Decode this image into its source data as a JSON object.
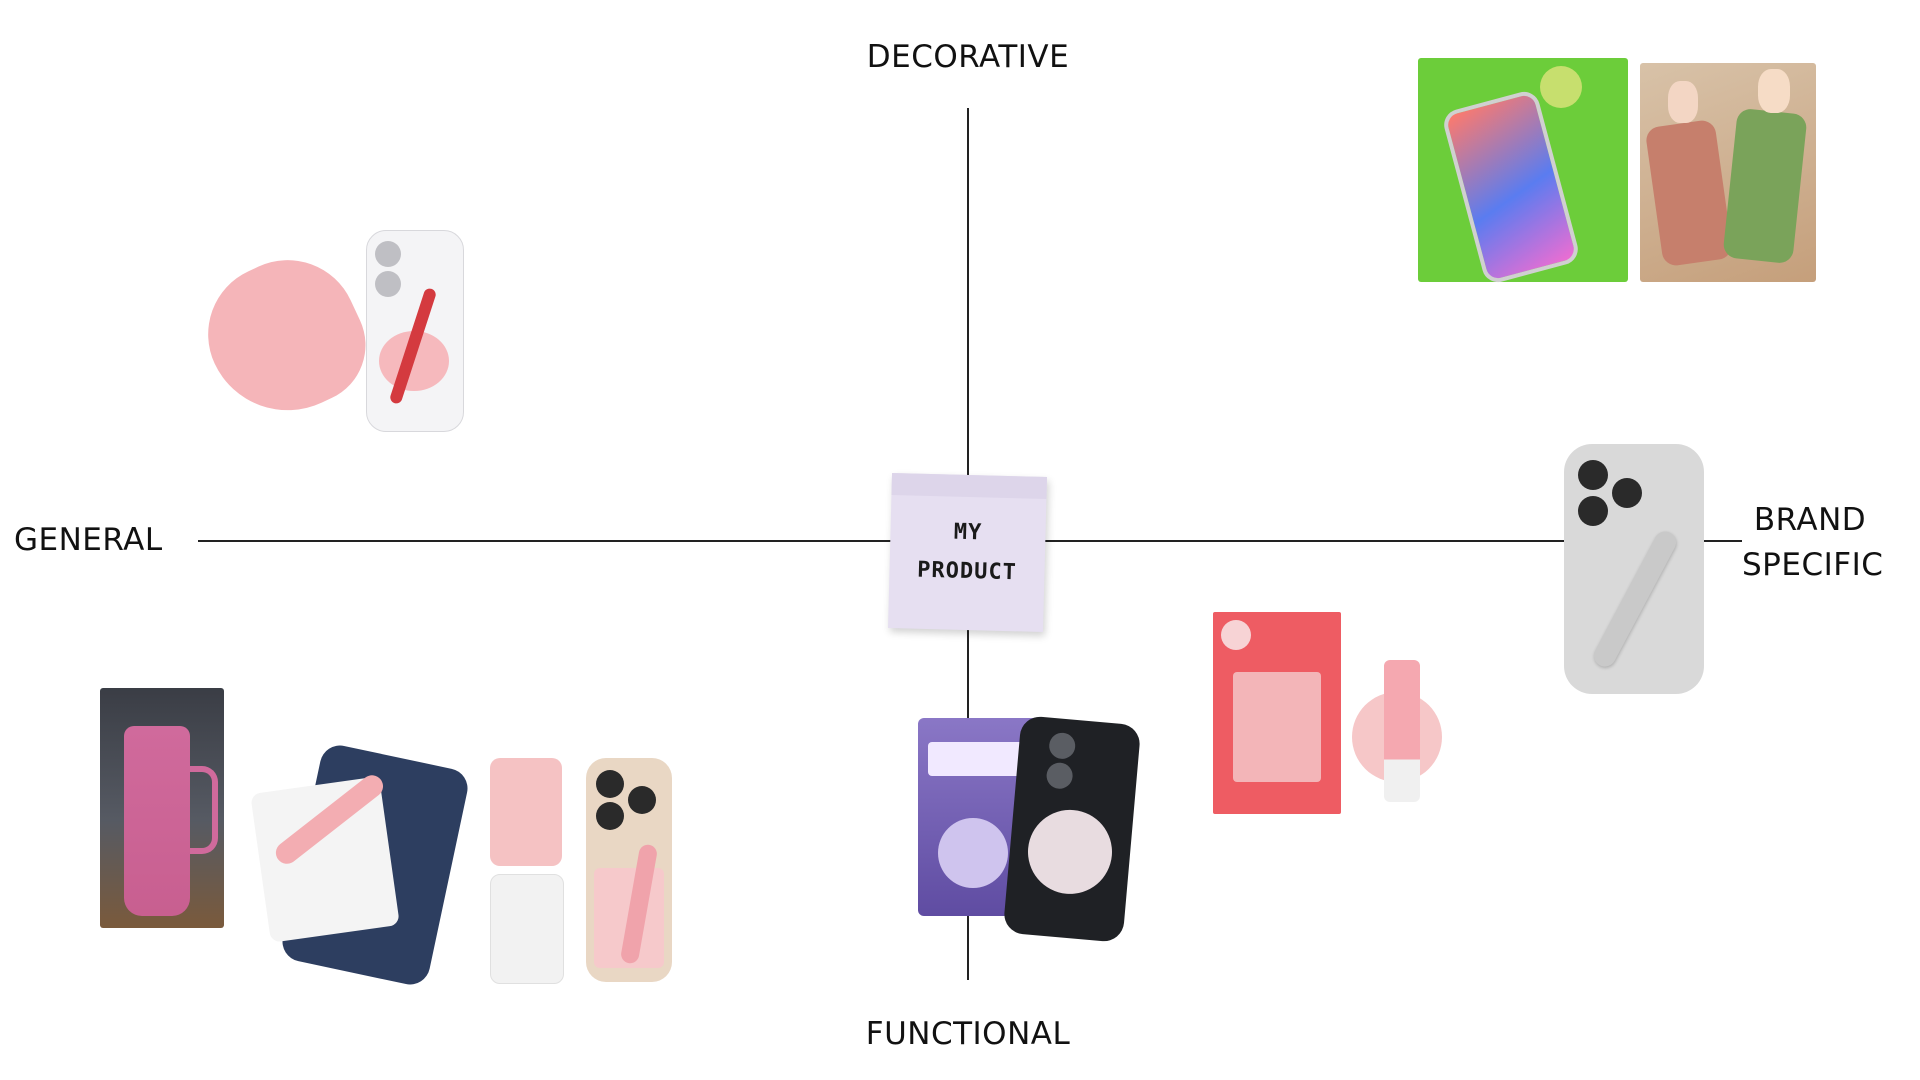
{
  "axes": {
    "top": "DECORATIVE",
    "bottom": "FUNCTIONAL",
    "left": "GENERAL",
    "right_line1": "BRAND",
    "right_line2": "SPECIFIC"
  },
  "center_note": {
    "line1": "MY",
    "line2": "PRODUCT"
  },
  "colors": {
    "sticky_note": "#e6dff1",
    "axis": "#222222"
  }
}
